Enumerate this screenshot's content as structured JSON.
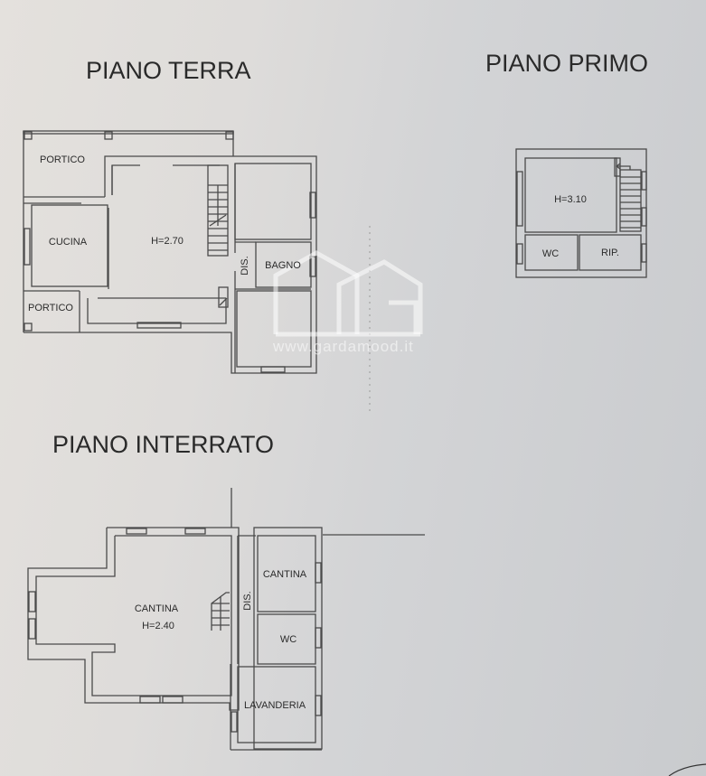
{
  "document": {
    "type": "architectural floor plan",
    "sections": [
      {
        "id": "piano_terra",
        "title": "PIANO TERRA",
        "rooms": [
          {
            "label": "PORTICO"
          },
          {
            "label": "CUCINA"
          },
          {
            "label": "H=2.70"
          },
          {
            "label": "DIS."
          },
          {
            "label": "BAGNO"
          },
          {
            "label": "PORTICO"
          }
        ]
      },
      {
        "id": "piano_primo",
        "title": "PIANO PRIMO",
        "rooms": [
          {
            "label": "H=3.10"
          },
          {
            "label": "WC"
          },
          {
            "label": "RIP."
          }
        ]
      },
      {
        "id": "piano_interrato",
        "title": "PIANO INTERRATO",
        "rooms": [
          {
            "label": "CANTINA"
          },
          {
            "label": "H=2.40"
          },
          {
            "label": "DIS."
          },
          {
            "label": "CANTINA"
          },
          {
            "label": "WC"
          },
          {
            "label": "LAVANDERIA"
          }
        ]
      }
    ],
    "watermark": {
      "text": "www.gardamood.it",
      "logo": "GM-house-logo"
    },
    "colors": {
      "paper": "#dcdad8",
      "ink": "#3a3a3a",
      "watermark": "#ffffff"
    }
  }
}
